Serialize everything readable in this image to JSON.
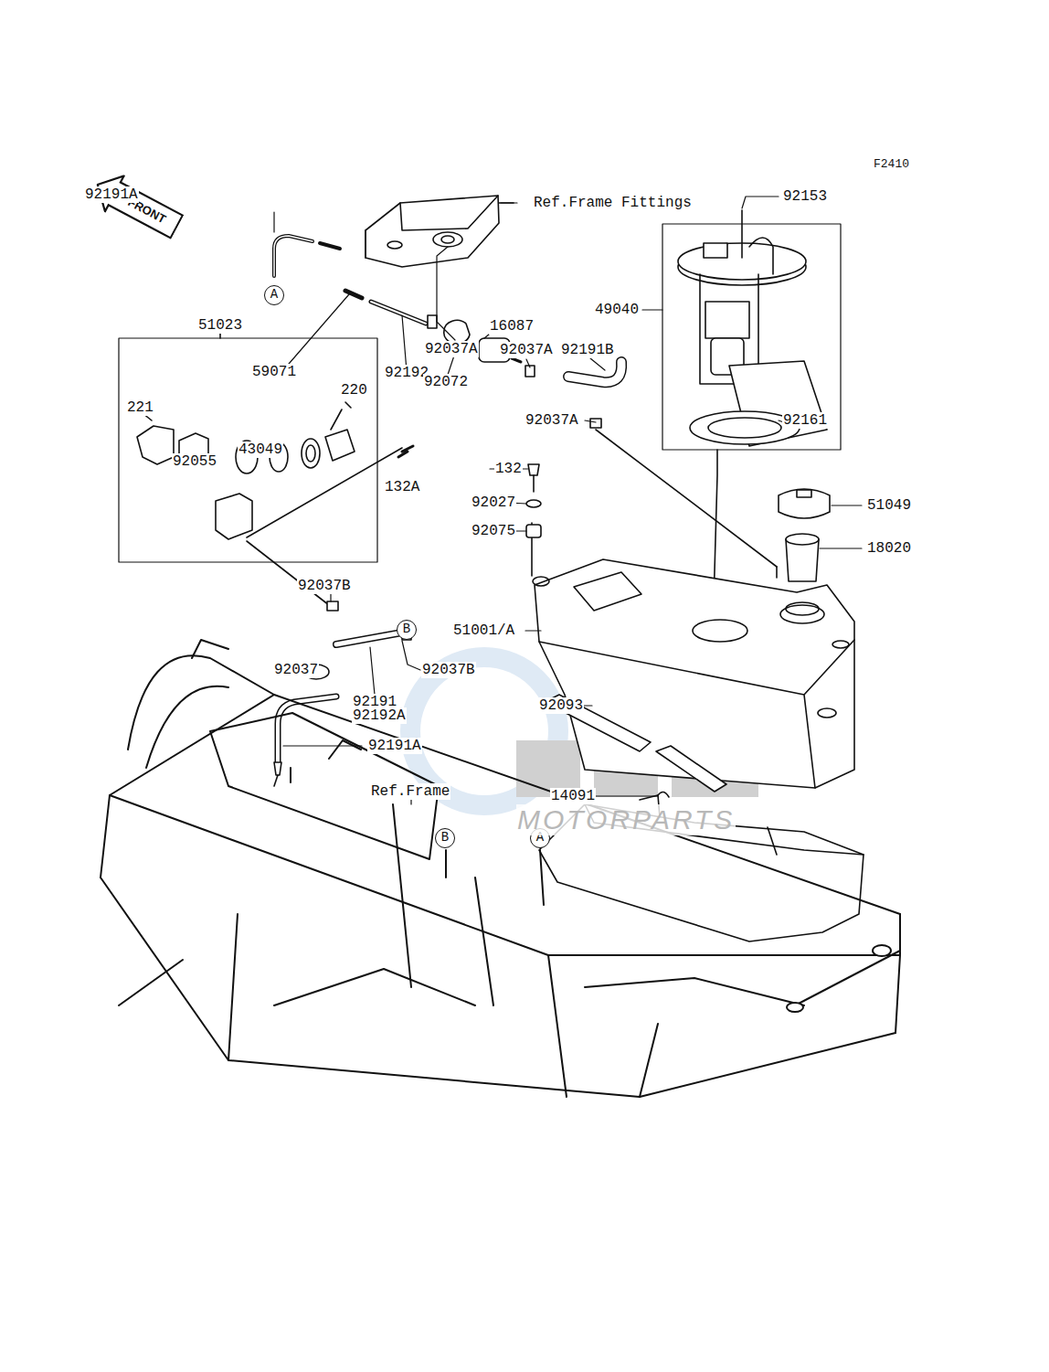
{
  "diagram": {
    "nodes": [
      {
        "text": [
          "FRONT"
        ]
      },
      {
        "text": [
          "49040"
        ]
      },
      {
        "text": [
          "A"
        ]
      },
      {
        "text": [
          "51023",
          "221",
          "220",
          "92055",
          "43049"
        ]
      },
      {
        "text": [
          "B"
        ]
      },
      {
        "text": [
          "B"
        ]
      },
      {
        "text": [
          "A"
        ]
      }
    ],
    "labels": [
      "F2410",
      "92191A",
      "Ref.Frame Fittings",
      "92153",
      "16087",
      "92037A",
      "92037A",
      "92191B",
      "59071",
      "92192",
      "92072",
      "92161",
      "92037A",
      "132A",
      "132",
      "92027",
      "51049",
      "92075",
      "18020",
      "92037B",
      "51001/A",
      "92037",
      "92037B",
      "92191",
      "92093",
      "92192A",
      "92191A",
      "Ref.Frame",
      "14091",
      "MOTORPARTS"
    ]
  }
}
